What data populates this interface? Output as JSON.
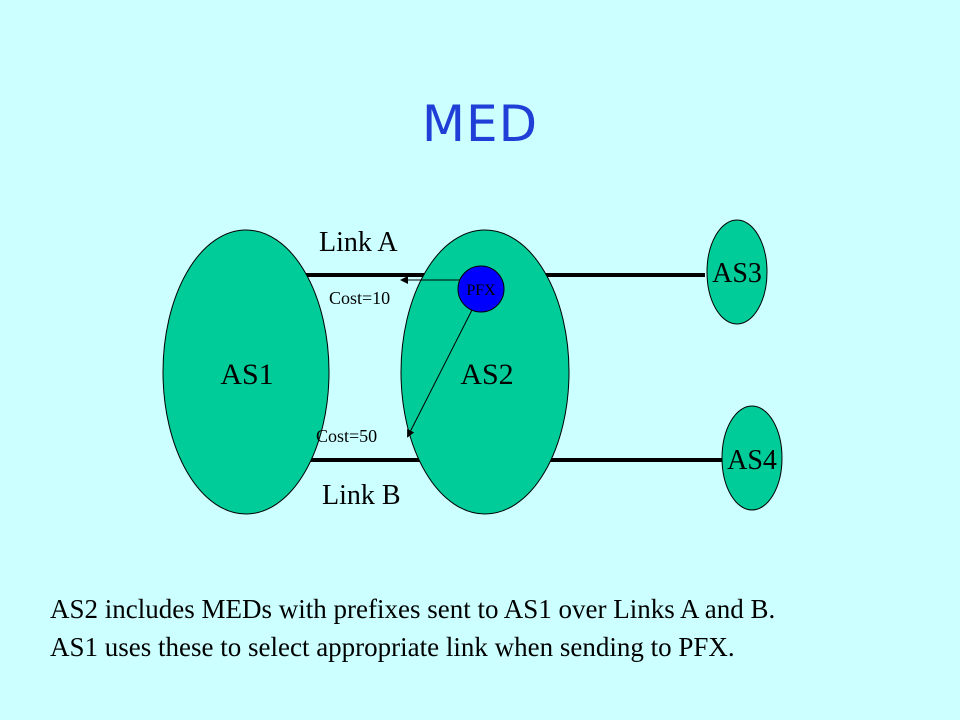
{
  "title": "MED",
  "diagram": {
    "nodes": {
      "as1": "AS1",
      "as2": "AS2",
      "as3": "AS3",
      "as4": "AS4",
      "pfx": "PFX"
    },
    "links": {
      "a": {
        "label": "Link A",
        "cost": "Cost=10"
      },
      "b": {
        "label": "Link B",
        "cost": "Cost=50"
      }
    },
    "colors": {
      "background": "#ccffff",
      "as_fill": "#00cc99",
      "pfx_fill": "#0000ff",
      "title": "#1f3fd6"
    }
  },
  "caption": {
    "line1": "AS2 includes MEDs with prefixes sent to AS1 over Links A and B.",
    "line2": "AS1 uses these to select appropriate link when sending to PFX."
  }
}
